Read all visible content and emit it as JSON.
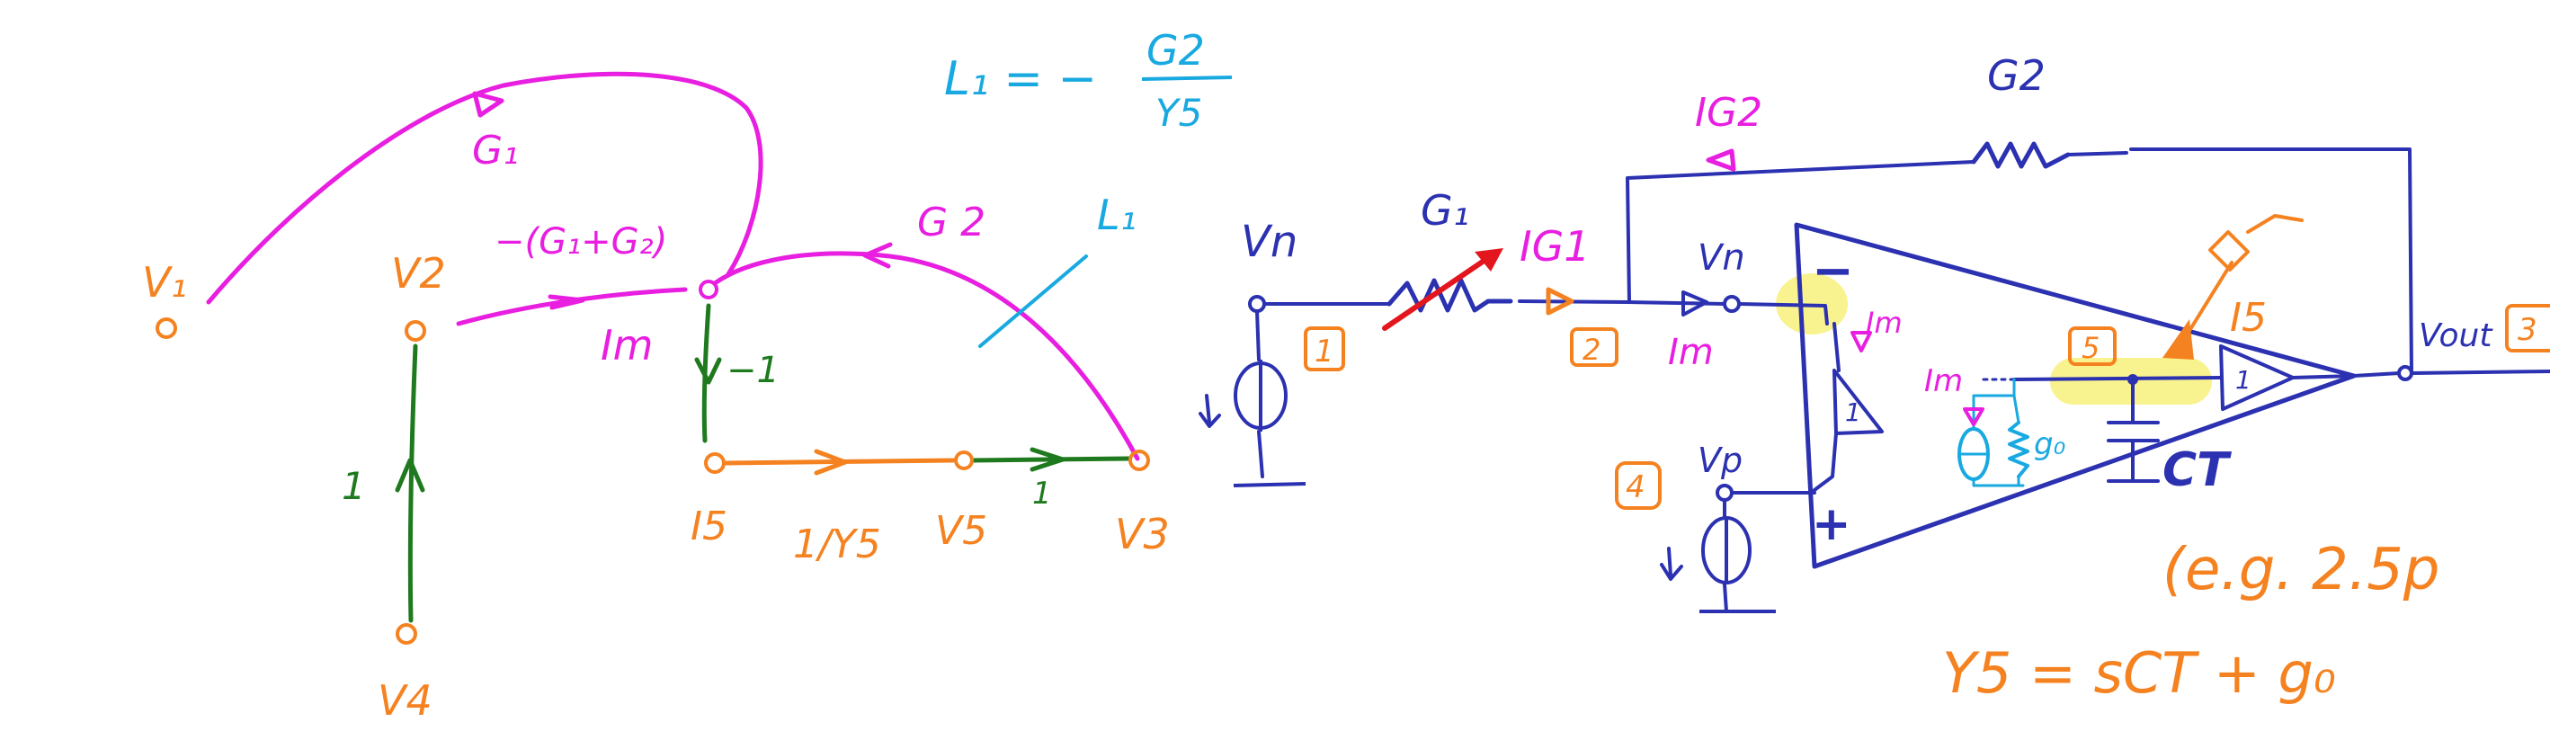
{
  "colors": {
    "magenta": "#e81ee0",
    "orange": "#f58220",
    "green": "#1f7a1f",
    "cyan": "#19a9e1",
    "blue": "#2b31b0",
    "red": "#e3161e",
    "highlight": "#f7f17a"
  },
  "equation_top": {
    "lhs": "L₁ = −",
    "numerator": "G2",
    "denominator": "Y5"
  },
  "graph": {
    "nodes": {
      "v1": "V₁",
      "v2": "V2",
      "v4": "V4",
      "i5": "I5",
      "v5": "V5",
      "v3": "V3",
      "im": "Im"
    },
    "branches": {
      "g1": "G₁",
      "g1_plus_g2": "−(G₁+G₂)",
      "g2": "G 2",
      "minus_one": "−1",
      "one_left": "1",
      "one_right": "1",
      "one_over_y5": "1/Y5"
    },
    "loop": "L₁"
  },
  "circuit": {
    "g2_resistor": "G2",
    "g1_resistor": "G₁",
    "i_g2": "IG2",
    "i_g1": "IG1",
    "vn_source": "Vn",
    "vn_input": "Vn",
    "vp_input": "Vp",
    "im_input": "Im",
    "im_inner": "Im",
    "im_source": "Im",
    "i5": "I5",
    "gain_inner": "1",
    "gain_output": "1",
    "minus_sign": "−",
    "plus_sign": "+",
    "go": "g₀",
    "ct": "CT",
    "vout": "Vout",
    "node_1": "1",
    "node_2": "2",
    "node_3": "3",
    "node_4": "4",
    "node_5": "5"
  },
  "notes": {
    "example": "(e.g. 2.5p",
    "y5_equation": "Y5 = sCT + g₀"
  }
}
